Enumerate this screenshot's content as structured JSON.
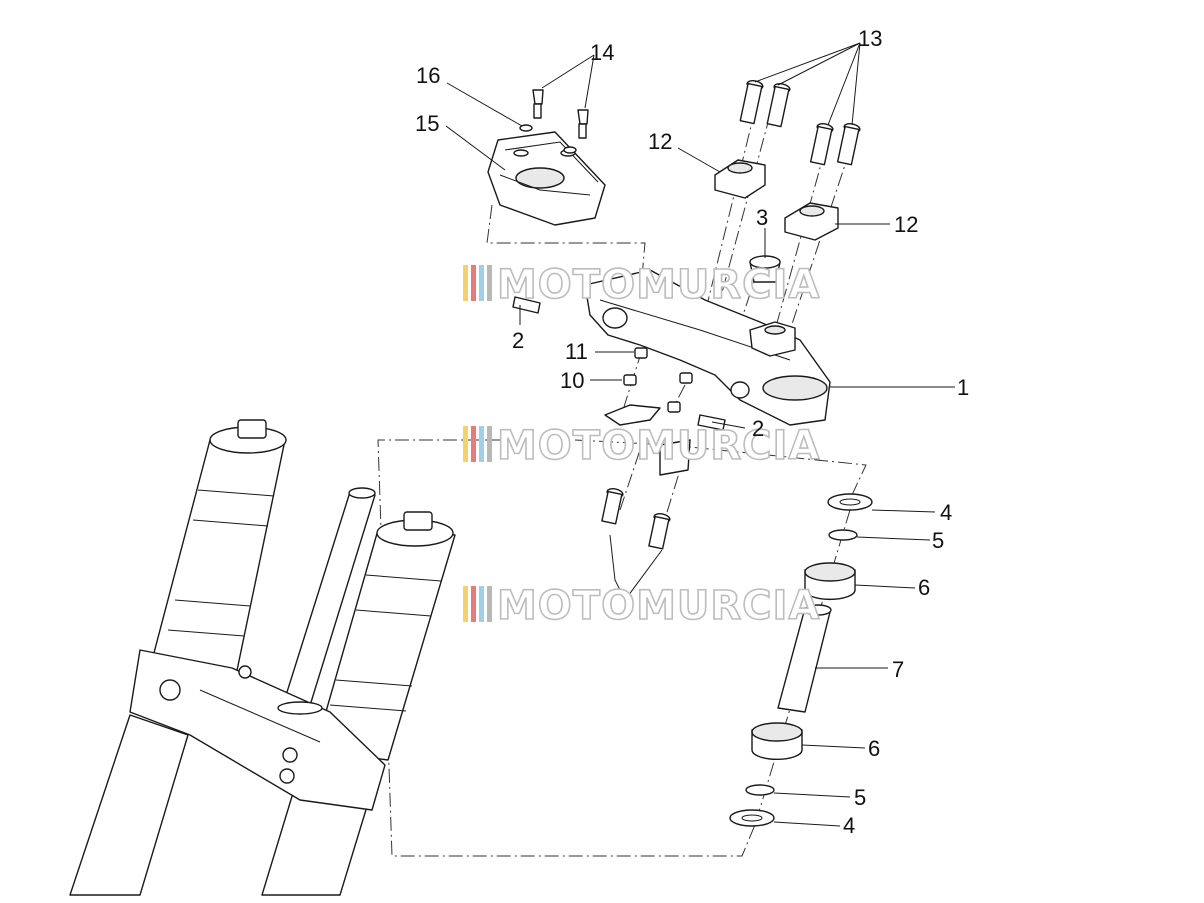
{
  "watermark": {
    "text": "MOTOMURCIA",
    "stripe_colors": [
      "#f2d36b",
      "#e77b7b",
      "#9fd0e8",
      "#b8b8b8"
    ]
  },
  "callouts": [
    {
      "id": "c1",
      "label": "1"
    },
    {
      "id": "c2a",
      "label": "2"
    },
    {
      "id": "c2b",
      "label": "2"
    },
    {
      "id": "c3",
      "label": "3"
    },
    {
      "id": "c4a",
      "label": "4"
    },
    {
      "id": "c4b",
      "label": "4"
    },
    {
      "id": "c5a",
      "label": "5"
    },
    {
      "id": "c5b",
      "label": "5"
    },
    {
      "id": "c6a",
      "label": "6"
    },
    {
      "id": "c6b",
      "label": "6"
    },
    {
      "id": "c7",
      "label": "7"
    },
    {
      "id": "c10",
      "label": "10"
    },
    {
      "id": "c11",
      "label": "11"
    },
    {
      "id": "c12a",
      "label": "12"
    },
    {
      "id": "c12b",
      "label": "12"
    },
    {
      "id": "c13",
      "label": "13"
    },
    {
      "id": "c14",
      "label": "14"
    },
    {
      "id": "c15",
      "label": "15"
    },
    {
      "id": "c16",
      "label": "16"
    }
  ]
}
